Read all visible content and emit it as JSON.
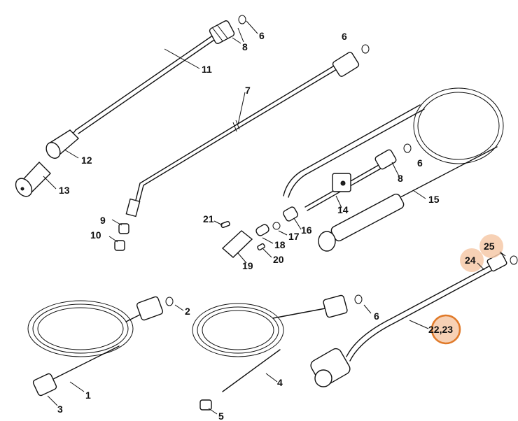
{
  "callouts": {
    "p1": "1",
    "p2": "2",
    "p3": "3",
    "p4": "4",
    "p5": "5",
    "p6a": "6",
    "p6b": "6",
    "p6c": "6",
    "p6d": "6",
    "p7": "7",
    "p8a": "8",
    "p8b": "8",
    "p9": "9",
    "p10": "10",
    "p11": "11",
    "p12": "12",
    "p13": "13",
    "p14": "14",
    "p15": "15",
    "p16": "16",
    "p17": "17",
    "p18": "18",
    "p19": "19",
    "p20": "20",
    "p21": "21",
    "p2223": "22,23",
    "p24": "24",
    "p25": "25"
  },
  "highlight_color": "#f6c9a8",
  "highlight_ring_color": "#e07a2a"
}
